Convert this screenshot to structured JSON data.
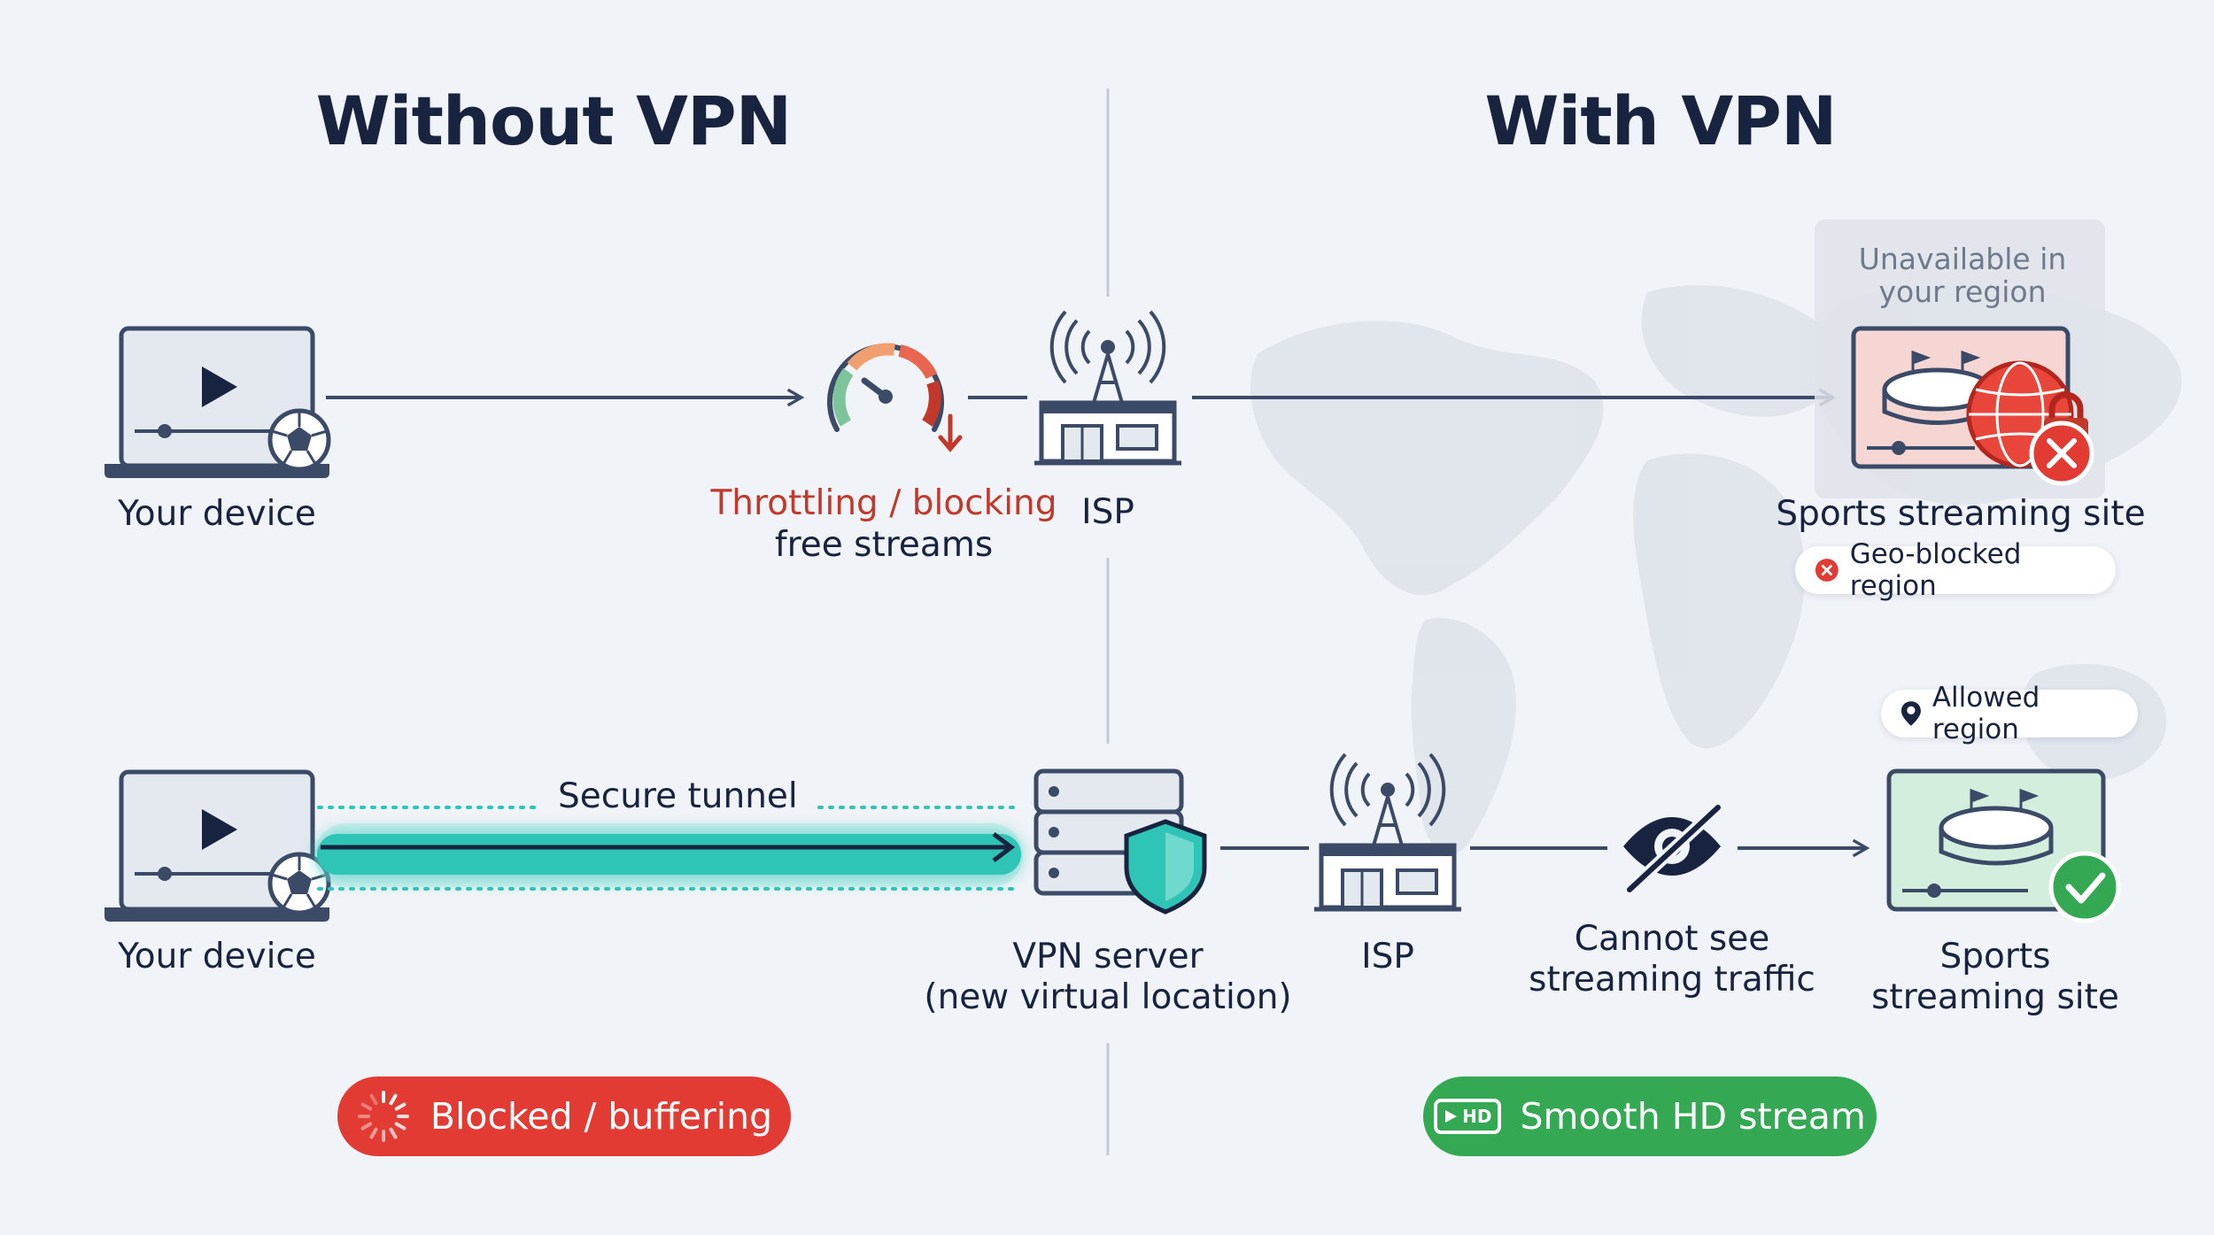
{
  "titles": {
    "without": "Without VPN",
    "with": "With VPN"
  },
  "top_flow": {
    "device_label": "Your device",
    "throttle_line1": "Throttling / blocking",
    "throttle_line2": "free streams",
    "isp_label": "ISP",
    "unavailable_line1": "Unavailable in",
    "unavailable_line2": "your region",
    "site_label": "Sports streaming site",
    "geo_badge": "Geo-blocked region"
  },
  "bottom_flow": {
    "device_label": "Your device",
    "tunnel_label": "Secure tunnel",
    "vpn_line1": "VPN server",
    "vpn_line2": "(new virtual location)",
    "isp_label": "ISP",
    "cannot_line1": "Cannot see",
    "cannot_line2": "streaming traffic",
    "site_line1": "Sports",
    "site_line2": "streaming site",
    "allowed_badge": "Allowed region"
  },
  "results": {
    "blocked": "Blocked / buffering",
    "smooth": "Smooth HD stream",
    "hd_icon_text": "HD"
  },
  "colors": {
    "navy": "#17233f",
    "line": "#3b4a66",
    "teal": "#2ec4b6",
    "red": "#e23b34",
    "green": "#34a853",
    "background": "#f0f3f7"
  },
  "icons": [
    "laptop-play-icon",
    "soccer-ball-icon",
    "speedometer-icon",
    "cell-tower-icon",
    "stadium-icon",
    "globe-lock-icon",
    "error-x-icon",
    "server-rack-icon",
    "shield-icon",
    "eye-slash-icon",
    "check-icon",
    "location-pin-icon",
    "spinner-icon",
    "hd-video-icon"
  ]
}
